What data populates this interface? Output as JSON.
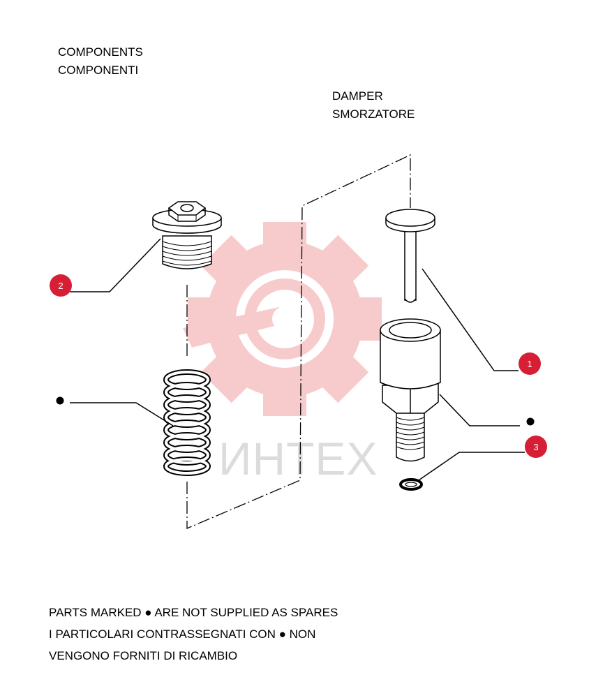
{
  "headings": {
    "components": [
      "COMPONENTS",
      "COMPONENTI"
    ],
    "damper": [
      "DAMPER",
      "SMORZATORE"
    ]
  },
  "watermark": {
    "text": "ИНТЕХ",
    "gear_color": "#f7c6c6",
    "text_color": "#dcdcdc"
  },
  "callouts": [
    {
      "id": "1",
      "color": "#d61f35"
    },
    {
      "id": "2",
      "color": "#d61f35"
    },
    {
      "id": "3",
      "color": "#d61f35"
    }
  ],
  "footnote": {
    "lines": [
      "PARTS MARKED ● ARE NOT SUPPLIED AS SPARES",
      "I PARTICOLARI CONTRASSEGNATI CON ● NON",
      "VENGONO FORNITI DI RICAMBIO"
    ]
  }
}
